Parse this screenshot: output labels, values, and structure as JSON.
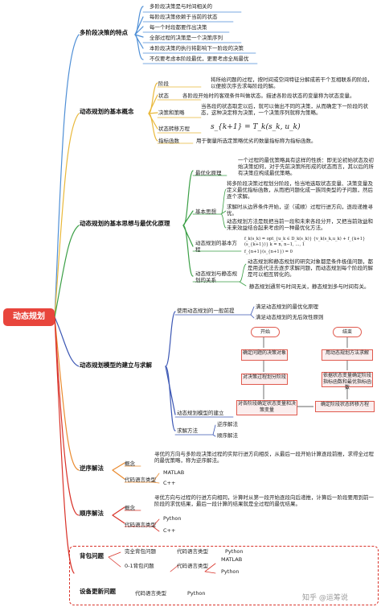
{
  "root": "动态规划",
  "b1": {
    "title": "多阶段决策的特点",
    "items": [
      "多阶段决策是与时间相关的",
      "每阶段决策依赖于当前的状态",
      "每一个时段都要作出决策",
      "全部过程的决策是一个决策序列",
      "本阶段决策的执行将影响下一阶段的决策",
      "不仅要考虑本阶段最优，更要考虑全局最优"
    ]
  },
  "b2": {
    "title": "动态规划的基本概念",
    "stage_label": "阶段",
    "stage_text": "将所给问题的过程，按时间或空间特征分解成若干个互相联系的阶段，以便按次序去求每阶段的解。",
    "state_label": "状态",
    "state_text": "各阶段开始时的客观条件叫做状态。描述各阶段状态的变量称为状态变量。",
    "decision_label": "决策和策略",
    "decision_text": "当各段的状态取定以后，就可以做出不同的决策，从而确定下一阶段的状态，这种决定称为决策，一个决策序列就称为策略。",
    "transfer_label": "状态转移方程",
    "transfer_formula": "s_{k+1} = T_k(s_k, u_k)",
    "index_label": "指标函数",
    "index_text": "用于衡量所选定策略优劣的数量指标称为指标函数。"
  },
  "b3": {
    "title": "动态规划的基本思想与最优化原理",
    "opt_label": "最优化原理",
    "opt_text": "一个过程的最优策略具有这样的性质：即无论初始状态及初始决策如何，对于先前决策所形成的状态而言，其以后的所有决策应构成最优策略。",
    "idea_label": "基本思想",
    "idea_1": "将多阶段决策过程划分阶段，恰当地选取状态变量、决策变量及定义最优指标函数，从而把问题化成一族同类型的子问题，然后逐个求解。",
    "idea_2": "求解时从边界条件开始，逆（或顺）过程行进方向，逐段递推寻优。",
    "idea_3": "动态规划方法是既把当前一段和未来各段分开，又把当前效益和未来效益结合起来考虑的一种最优化方法。",
    "eq_label": "动态规划的基本方程",
    "eq_1": "f_k(s_k) = opt_{u_k ∈ D_k(s_k)} {v_k(s_k,u_k) + f_{k+1}(s_{k+1})}  k = n, n−1, …, 1",
    "eq_2": "f_{n+1}(s_{n+1}) = 0",
    "static_label": "动态规划与静态规划的关系",
    "static_1": "动态规划和静态规划的研究对象都是条件极值问题，都是用迭代法去逐步求解问题，而动态规划每个阶段的解是可以相互转化的。",
    "static_2": "静态规划通常与时间无关，静态规划多与时间有关。"
  },
  "b4": {
    "title": "动态规划模型的建立与求解",
    "premise_label": "使用动态规划的一般前提",
    "premise_1": "满足动态规划的最优化原理",
    "premise_2": "满足动态规划的无后效性原则",
    "build_label": "动态规划模型的建立",
    "solve_label": "求解方法",
    "solve_1": "逆序解法",
    "solve_2": "顺序解法",
    "flow": {
      "start": "开始",
      "end": "结束",
      "s1": "确定问题的决策对象",
      "s2": "对决策过程划分阶段",
      "s3": "对各阶段确定状态变量和决策变量",
      "s4": "用动态规划方法求解",
      "s5": "依据状态变量确定阶段指标函数和最优指标函数",
      "s6": "确定阶段状态转移方程"
    }
  },
  "b5": {
    "title": "逆序解法",
    "concept_label": "概念",
    "concept_text": "寻优的方向与多阶段决策过程的实际行进方向相反，从最后一段开始计算逐段前推，求得全过程的最优策略，称为逆序解法。",
    "code_label": "代码语言类型",
    "code_1": "MATLAB",
    "code_2": "C++"
  },
  "b6": {
    "title": "顺序解法",
    "concept_label": "概念",
    "concept_text": "寻优方向与过程的行进方向相同，计算时从第一段开始逐段向后递推，计算后一阶段要用到前一阶段的求优结果，最后一段计算的结果就是全过程的最优结果。",
    "code_label": "代码语言类型",
    "code_1": "Python",
    "code_2": "C++"
  },
  "b7": {
    "title": "背包问题",
    "full_label": "完全背包问题",
    "full_code_label": "代码语言类型",
    "full_code": "Python",
    "zero_one_label": "0-1背包问题",
    "zero_one_code_label": "代码语言类型",
    "zero_one_code_1": "MATLAB",
    "zero_one_code_2": "Python"
  },
  "b8": {
    "title": "设备更新问题",
    "code_label": "代码语言类型",
    "code": "Python"
  },
  "watermark": "知乎 @运筹说",
  "colors": {
    "root": "#e8453c",
    "blue": "#4f8fd6",
    "yellow": "#e9b83a",
    "green": "#3a9f45",
    "navy": "#3c57b4",
    "orange": "#ea8a2e",
    "red": "#d9332a"
  }
}
